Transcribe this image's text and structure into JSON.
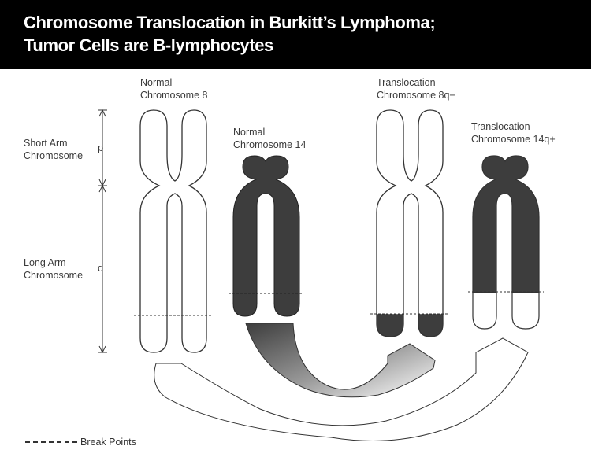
{
  "header": {
    "title_line1": "Chromosome Translocation in Burkitt’s Lymphoma;",
    "title_line2": "Tumor Cells are B-lymphocytes"
  },
  "chromosomes": [
    {
      "line1": "Normal",
      "line2": "Chromosome 8"
    },
    {
      "line1": "Normal",
      "line2": "Chromosome 14"
    },
    {
      "line1": "Translocation",
      "line2": "Chromosome 8q−"
    },
    {
      "line1": "Translocation",
      "line2": "Chromosome 14q+"
    }
  ],
  "arms": {
    "short": {
      "line1": "Short Arm",
      "line2": "Chromosome",
      "letter": "p"
    },
    "long": {
      "line1": "Long Arm",
      "line2": "Chromosome",
      "letter": "q"
    }
  },
  "legend": {
    "label": "Break Points"
  },
  "colors": {
    "dark": "#3d3d3d",
    "outline": "#333333",
    "title_bg": "#000000"
  }
}
